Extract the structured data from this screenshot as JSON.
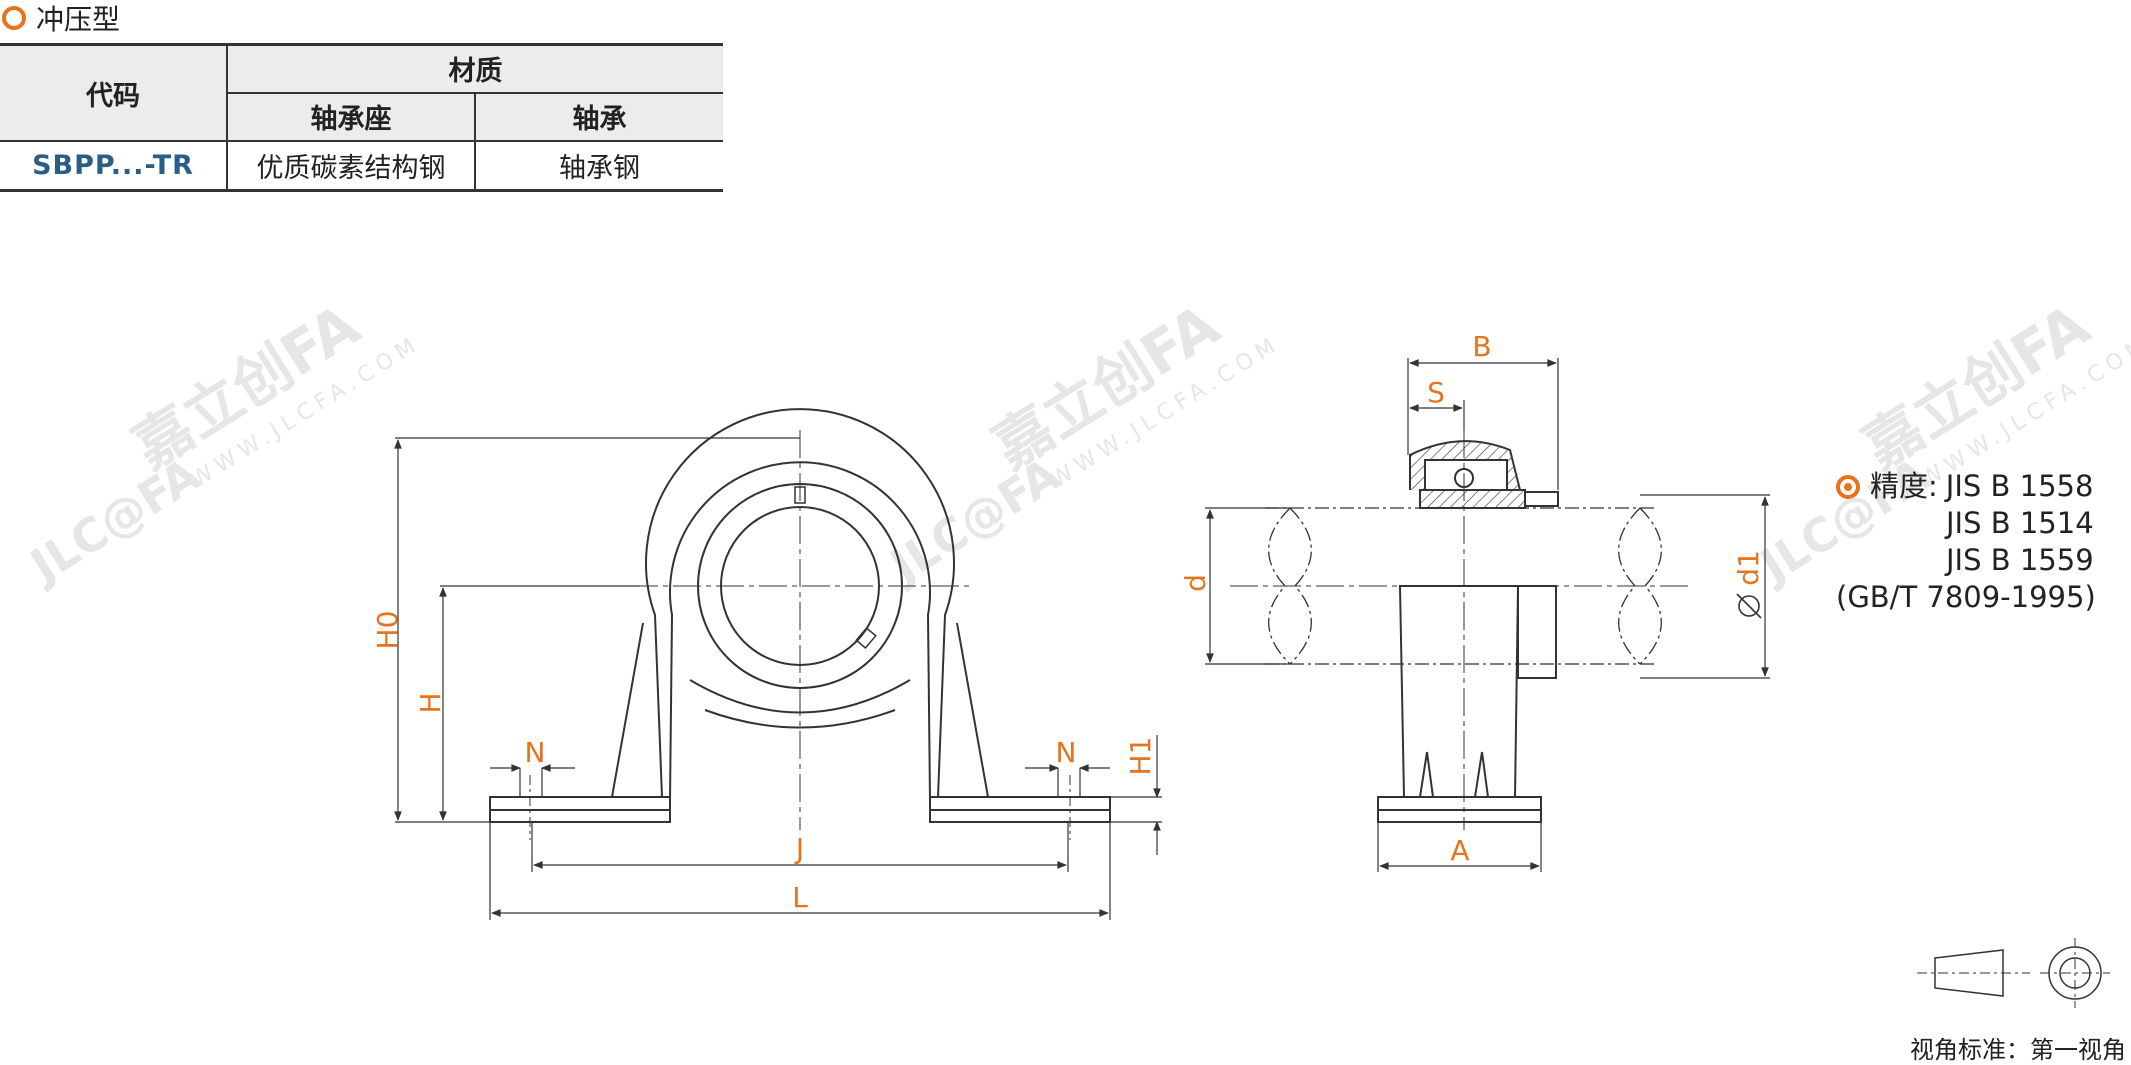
{
  "section": {
    "title": "冲压型",
    "icon": "ring-icon"
  },
  "material_table": {
    "header_code": "代码",
    "header_material": "材质",
    "sub_header_housing": "轴承座",
    "sub_header_bearing": "轴承",
    "row_code": "SBPP...-TR",
    "row_housing": "优质碳素结构钢",
    "row_bearing": "轴承钢"
  },
  "dimensions": {
    "B": "B",
    "S": "S",
    "d": "d",
    "d1": "d1",
    "A": "A",
    "H0": "H0",
    "H": "H",
    "H1": "H1",
    "N": "N",
    "J": "J",
    "L": "L"
  },
  "precision": {
    "label": "精度:",
    "standards": [
      "JIS B 1558",
      "JIS B 1514",
      "JIS B 1559"
    ],
    "note": "(GB/T 7809-1995)"
  },
  "view_standard": "视角标准：第一视角",
  "watermark": {
    "brand_cn": "嘉立创FA",
    "brand_url": "WWW.JLCFA.COM",
    "logo": "JLC@FA"
  },
  "colors": {
    "accent": "#e8731e",
    "code": "#2b5e86",
    "line": "#333333",
    "dim": "#e8731e"
  }
}
